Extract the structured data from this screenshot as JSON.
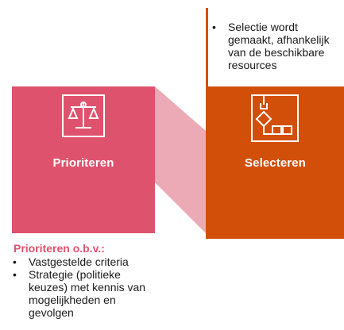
{
  "colors": {
    "prioriteren": "#df526d",
    "selecteren": "#d24f0a",
    "connector": "#ecaab6"
  },
  "prioriteren": {
    "title": "Prioriteren",
    "icon": "balance-scale-icon",
    "note_heading": "Prioriteren o.b.v.:",
    "bullets": [
      "Vastgestelde criteria",
      "Strategie (politieke keuzes) met kennis van mogelijkheden en gevolgen"
    ]
  },
  "selecteren": {
    "title": "Selecteren",
    "icon": "flowchart-selection-icon",
    "bullets": [
      "Selectie wordt gemaakt, afhankelijk van de beschikbare resources"
    ]
  }
}
